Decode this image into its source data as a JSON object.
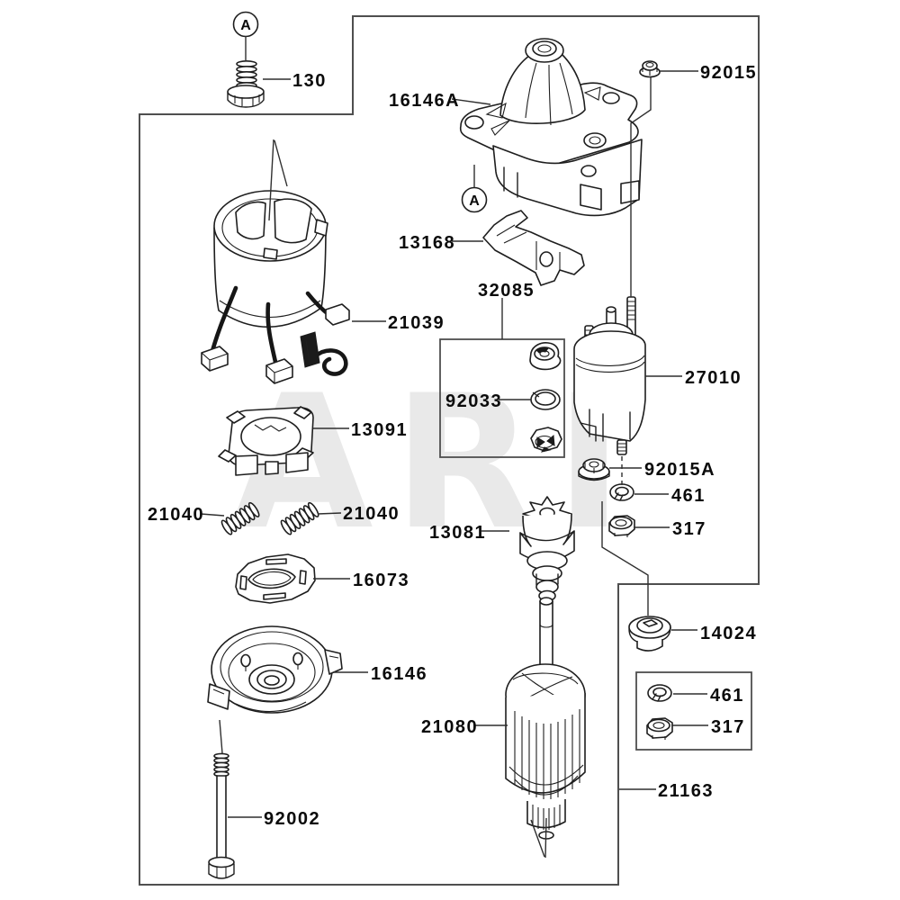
{
  "diagram": {
    "kind": "exploded-parts-diagram",
    "watermark": "ARI",
    "detail_markers": {
      "top": "A",
      "housing": "A"
    },
    "callouts": {
      "bolt_130": "130",
      "gear_housing_16146a": "16146A",
      "nut_92015": "92015",
      "lever_13168": "13168",
      "kit_32085": "32085",
      "yoke_21039": "21039",
      "ring_92033": "92033",
      "solenoid_27010": "27010",
      "nut_92015a": "92015A",
      "washer_461_stack": "461",
      "nut_317_stack": "317",
      "brush_holder_13091": "13091",
      "spring_21040_left": "21040",
      "spring_21040_right": "21040",
      "plate_16073": "16073",
      "pinion_13081": "13081",
      "end_cap_16146": "16146",
      "armature_21080": "21080",
      "grommet_14024": "14024",
      "washer_461_box": "461",
      "nut_317_box": "317",
      "bolt_92002": "92002",
      "starter_assembly_21163": "21163"
    }
  }
}
